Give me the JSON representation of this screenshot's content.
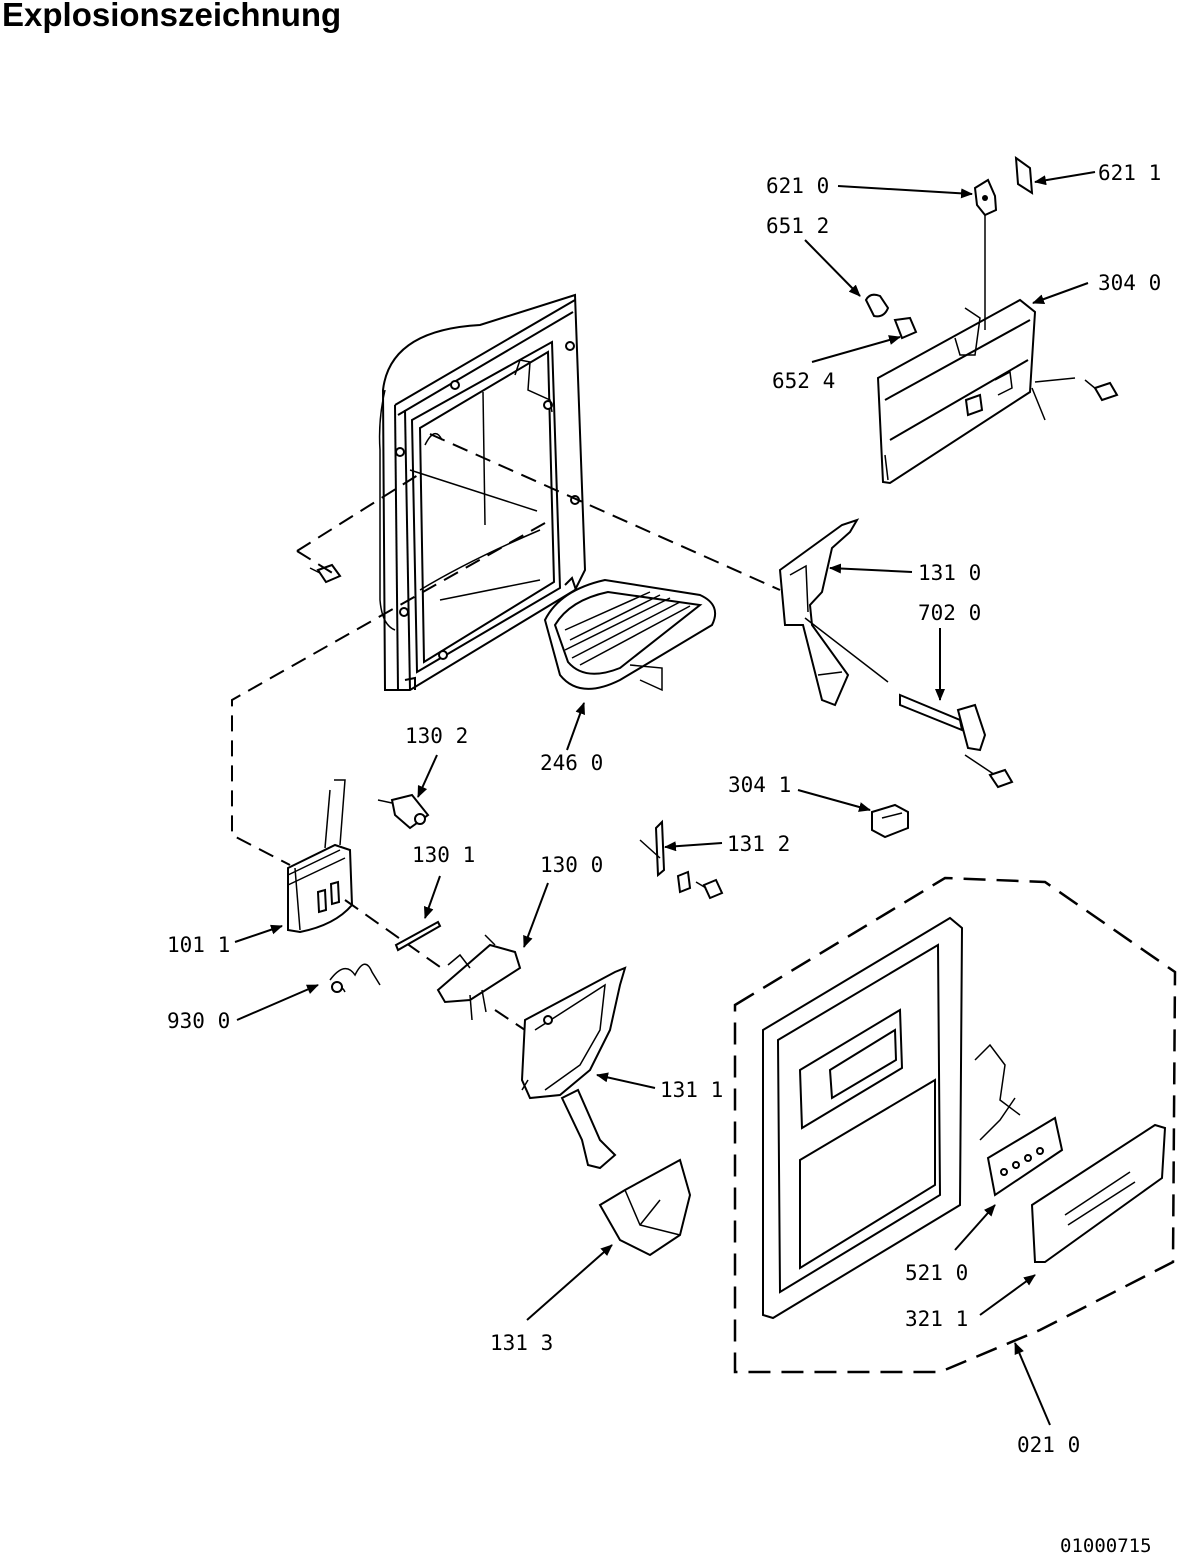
{
  "title": "Explosionszeichnung",
  "document_number": "01000715",
  "callouts": [
    {
      "id": "6210",
      "text": "621 0"
    },
    {
      "id": "6211",
      "text": "621 1"
    },
    {
      "id": "6512",
      "text": "651 2"
    },
    {
      "id": "3040",
      "text": "304 0"
    },
    {
      "id": "6524",
      "text": "652 4"
    },
    {
      "id": "1310",
      "text": "131 0"
    },
    {
      "id": "7020",
      "text": "702 0"
    },
    {
      "id": "1302",
      "text": "130 2"
    },
    {
      "id": "2460",
      "text": "246 0"
    },
    {
      "id": "3041",
      "text": "304 1"
    },
    {
      "id": "1301",
      "text": "130 1"
    },
    {
      "id": "1300",
      "text": "130 0"
    },
    {
      "id": "1312",
      "text": "131 2"
    },
    {
      "id": "1011",
      "text": "101 1"
    },
    {
      "id": "9300",
      "text": "930 0"
    },
    {
      "id": "1311",
      "text": "131 1"
    },
    {
      "id": "5210",
      "text": "521 0"
    },
    {
      "id": "3211",
      "text": "321 1"
    },
    {
      "id": "1313",
      "text": "131 3"
    },
    {
      "id": "0210",
      "text": "021 0"
    }
  ]
}
